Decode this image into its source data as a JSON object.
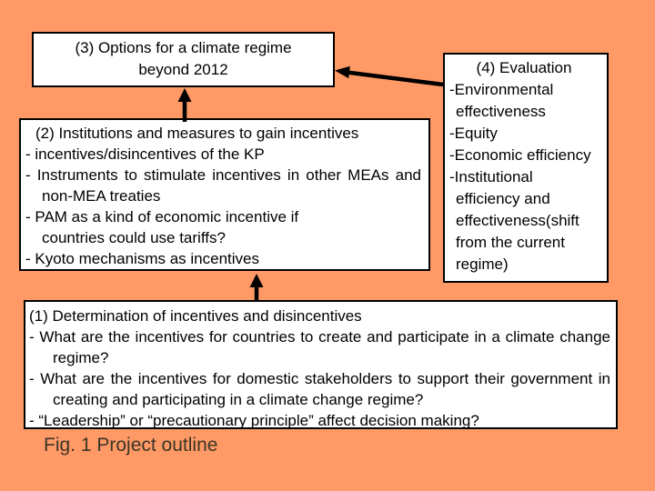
{
  "slide": {
    "caption": "Fig. 1 Project outline"
  },
  "colors": {
    "background": "#FF9966",
    "box_fill": "#FFFFFF",
    "box_border": "#000000",
    "box_text": "#000000",
    "caption_text": "#3B3626",
    "arrow": "#000000"
  },
  "boxes": {
    "box3": {
      "line1": "(3) Options for a climate regime",
      "line2": "beyond 2012"
    },
    "box2": {
      "heading": "(2) Institutions and measures to gain incentives",
      "items": [
        "- incentives/disincentives of the KP",
        "- Instruments to stimulate incentives in other MEAs and non-MEA treaties",
        "- PAM as a kind of economic incentive if\ncountries could use tariffs?",
        "- Kyoto mechanisms as incentives"
      ]
    },
    "box4": {
      "heading": "(4) Evaluation",
      "items": [
        "-Environmental effectiveness",
        "-Equity",
        "-Economic efficiency",
        "-Institutional efficiency and effectiveness(shift from the current regime)"
      ]
    },
    "box1": {
      "heading": "(1) Determination of incentives and disincentives",
      "items": [
        "- What are the incentives for countries to create and participate in a climate change regime?",
        "- What are the incentives for domestic stakeholders to support their government in creating and participating in a climate change regime?",
        "- “Leadership” or “precautionary principle” affect decision making?"
      ]
    }
  },
  "arrows": {
    "arrow_2_to_3": "up-arrow from box 2 to box 3",
    "arrow_1_to_2": "up-arrow from box 1 to box 2",
    "arrow_4_to_3": "left-arrow from box 4 to box 3"
  }
}
